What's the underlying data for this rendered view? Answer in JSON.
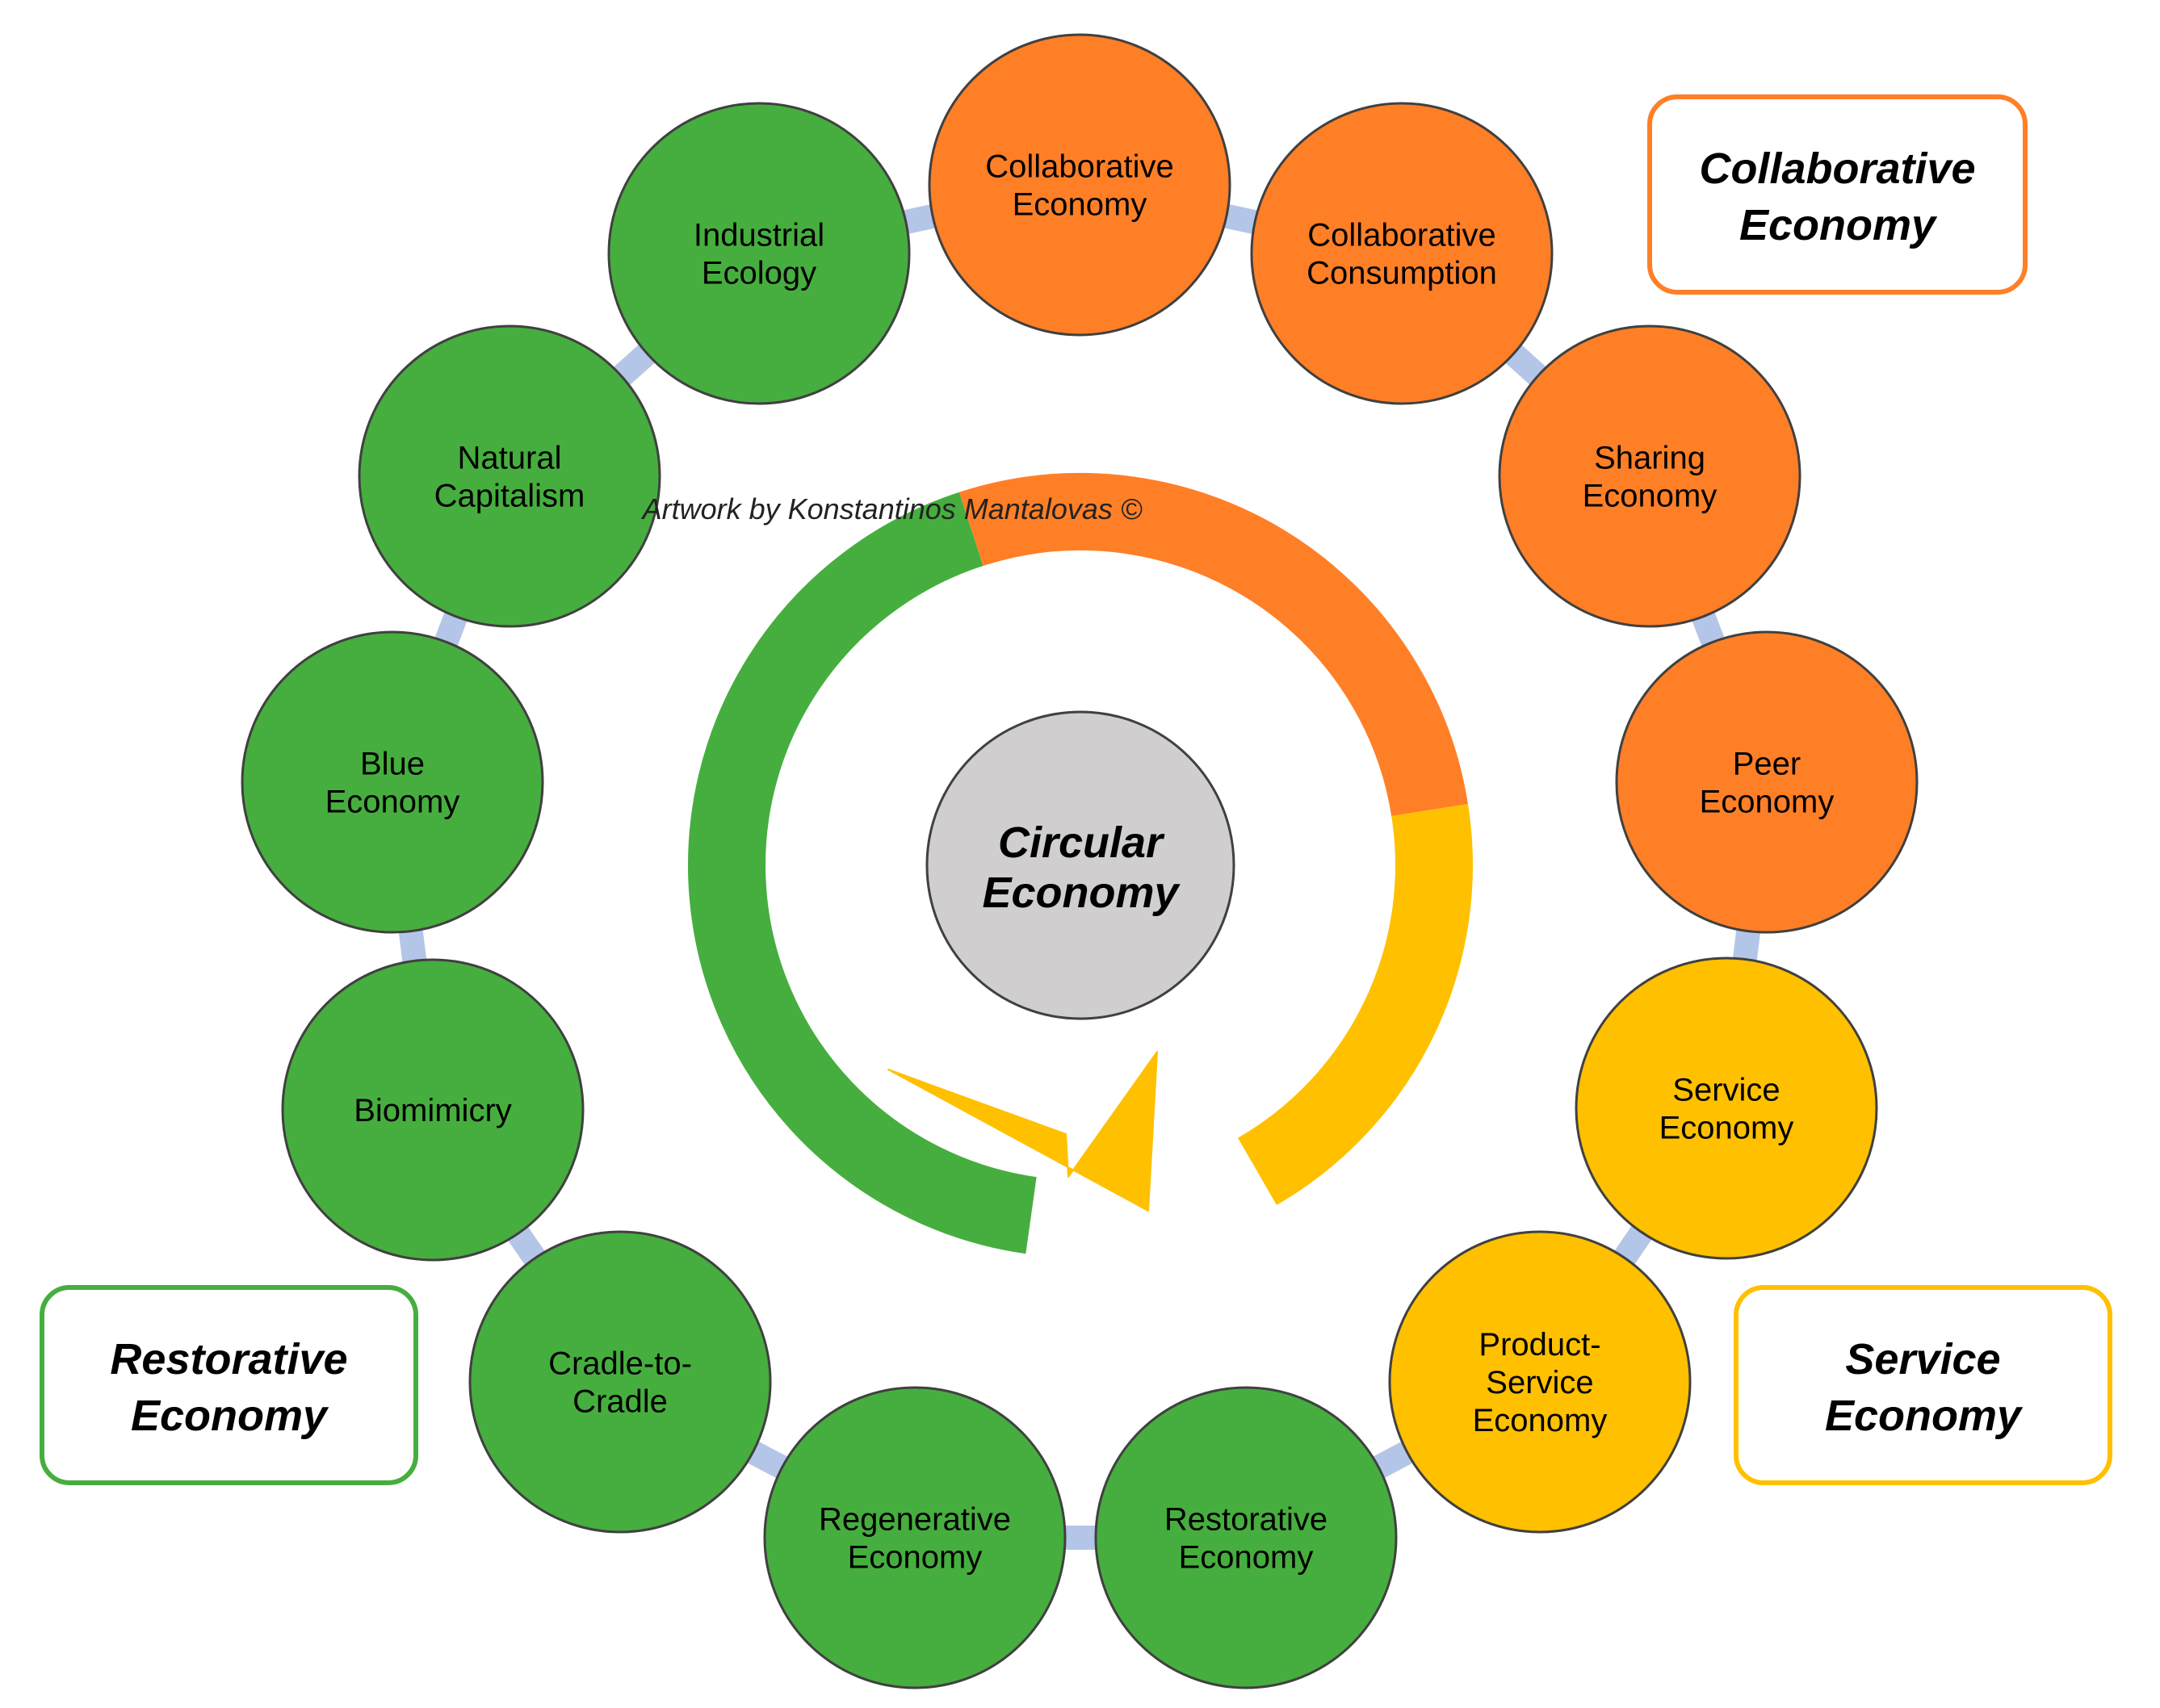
{
  "colors": {
    "collaborative": "#FF7F27",
    "service": "#FFC000",
    "restorative": "#46AE3E",
    "connector": "#B4C6E7",
    "center": "#D0CECE",
    "node_stroke": "#404040"
  },
  "credit": "Artwork by Konstantinos Mantalovas ©",
  "center": {
    "line1": "Circular",
    "line2": "Economy"
  },
  "legend": [
    {
      "id": "collaborative",
      "line1": "Collaborative",
      "line2": "Economy",
      "group": "collaborative"
    },
    {
      "id": "restorative",
      "line1": "Restorative",
      "line2": "Economy",
      "group": "restorative"
    },
    {
      "id": "service",
      "line1": "Service",
      "line2": "Economy",
      "group": "service"
    }
  ],
  "nodes": [
    {
      "id": "collaborative-economy",
      "group": "collaborative",
      "lines": [
        "Collaborative",
        "Economy"
      ]
    },
    {
      "id": "collaborative-consumption",
      "group": "collaborative",
      "lines": [
        "Collaborative",
        "Consumption"
      ]
    },
    {
      "id": "sharing-economy",
      "group": "collaborative",
      "lines": [
        "Sharing",
        "Economy"
      ]
    },
    {
      "id": "peer-economy",
      "group": "collaborative",
      "lines": [
        "Peer",
        "Economy"
      ]
    },
    {
      "id": "service-economy",
      "group": "service",
      "lines": [
        "Service",
        "Economy"
      ]
    },
    {
      "id": "product-service-economy",
      "group": "service",
      "lines": [
        "Product-",
        "Service",
        "Economy"
      ]
    },
    {
      "id": "restorative-economy",
      "group": "restorative",
      "lines": [
        "Restorative",
        "Economy"
      ]
    },
    {
      "id": "regenerative-economy",
      "group": "restorative",
      "lines": [
        "Regenerative",
        "Economy"
      ]
    },
    {
      "id": "cradle-to-cradle",
      "group": "restorative",
      "lines": [
        "Cradle-to-",
        "Cradle"
      ]
    },
    {
      "id": "biomimicry",
      "group": "restorative",
      "lines": [
        "Biomimicry"
      ]
    },
    {
      "id": "blue-economy",
      "group": "restorative",
      "lines": [
        "Blue",
        "Economy"
      ]
    },
    {
      "id": "natural-capitalism",
      "group": "restorative",
      "lines": [
        "Natural",
        "Capitalism"
      ]
    },
    {
      "id": "industrial-ecology",
      "group": "restorative",
      "lines": [
        "Industrial",
        "Ecology"
      ]
    }
  ]
}
